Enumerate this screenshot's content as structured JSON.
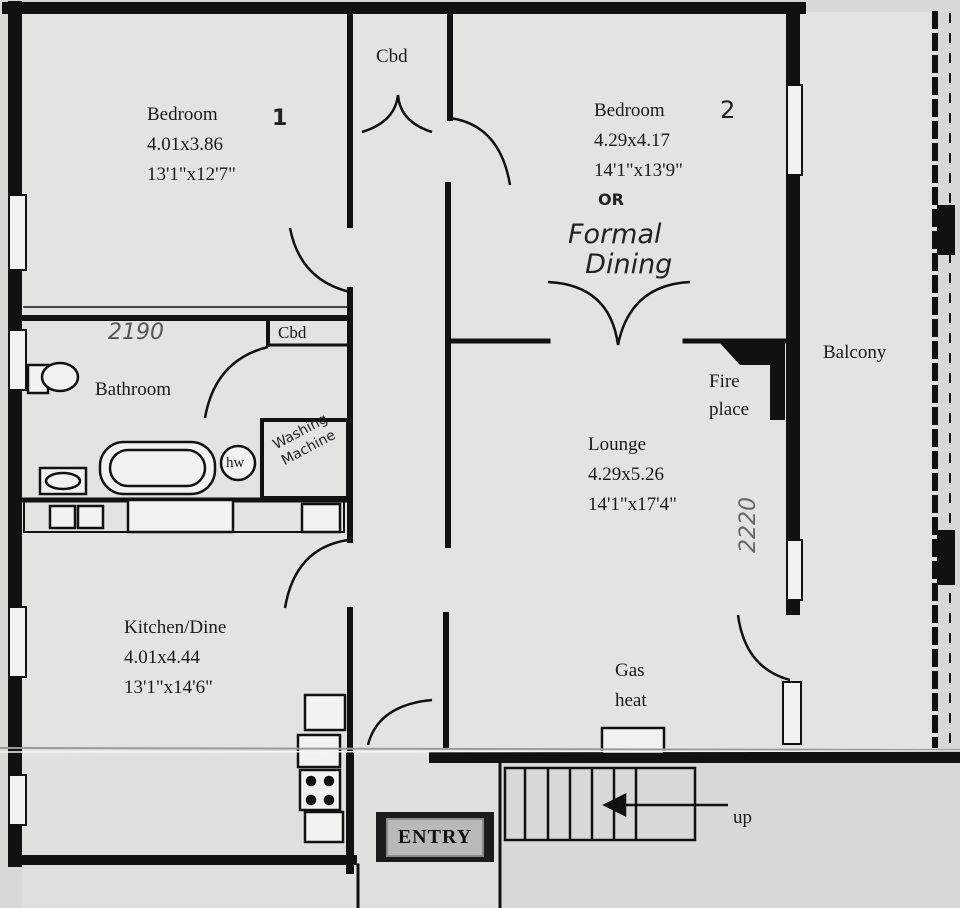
{
  "rooms": {
    "bedroom1": {
      "name": "Bedroom",
      "number": "1",
      "metric": "4.01x3.86",
      "imperial": "13'1\"x12'7\""
    },
    "bedroom2": {
      "name": "Bedroom",
      "number": "2",
      "metric": "4.29x4.17",
      "imperial": "14'1\"x13'9\""
    },
    "bathroom": {
      "name": "Bathroom"
    },
    "lounge": {
      "name": "Lounge",
      "metric": "4.29x5.26",
      "imperial": "14'1\"x17'4\""
    },
    "kitchen": {
      "name": "Kitchen/Dine",
      "metric": "4.01x4.44",
      "imperial": "13'1\"x14'6\""
    },
    "balcony": {
      "name": "Balcony"
    }
  },
  "labels": {
    "cupboard_top": "Cbd",
    "cupboard_bath": "Cbd",
    "fireplace": "Fire\nplace",
    "gas_heat": "Gas\nheat",
    "hot_water": "hw",
    "stairs": "up",
    "entry": "ENTRY"
  },
  "handwriting": {
    "or": "OR",
    "formal_dining": "Formal\n  Dining",
    "bath_width": "2190",
    "lounge_width": "2220",
    "washing_machine": "Washing\nMachine"
  },
  "colors": {
    "paper": "#dcdcda",
    "wall": "#111111",
    "ink": "#1a1a1a"
  }
}
